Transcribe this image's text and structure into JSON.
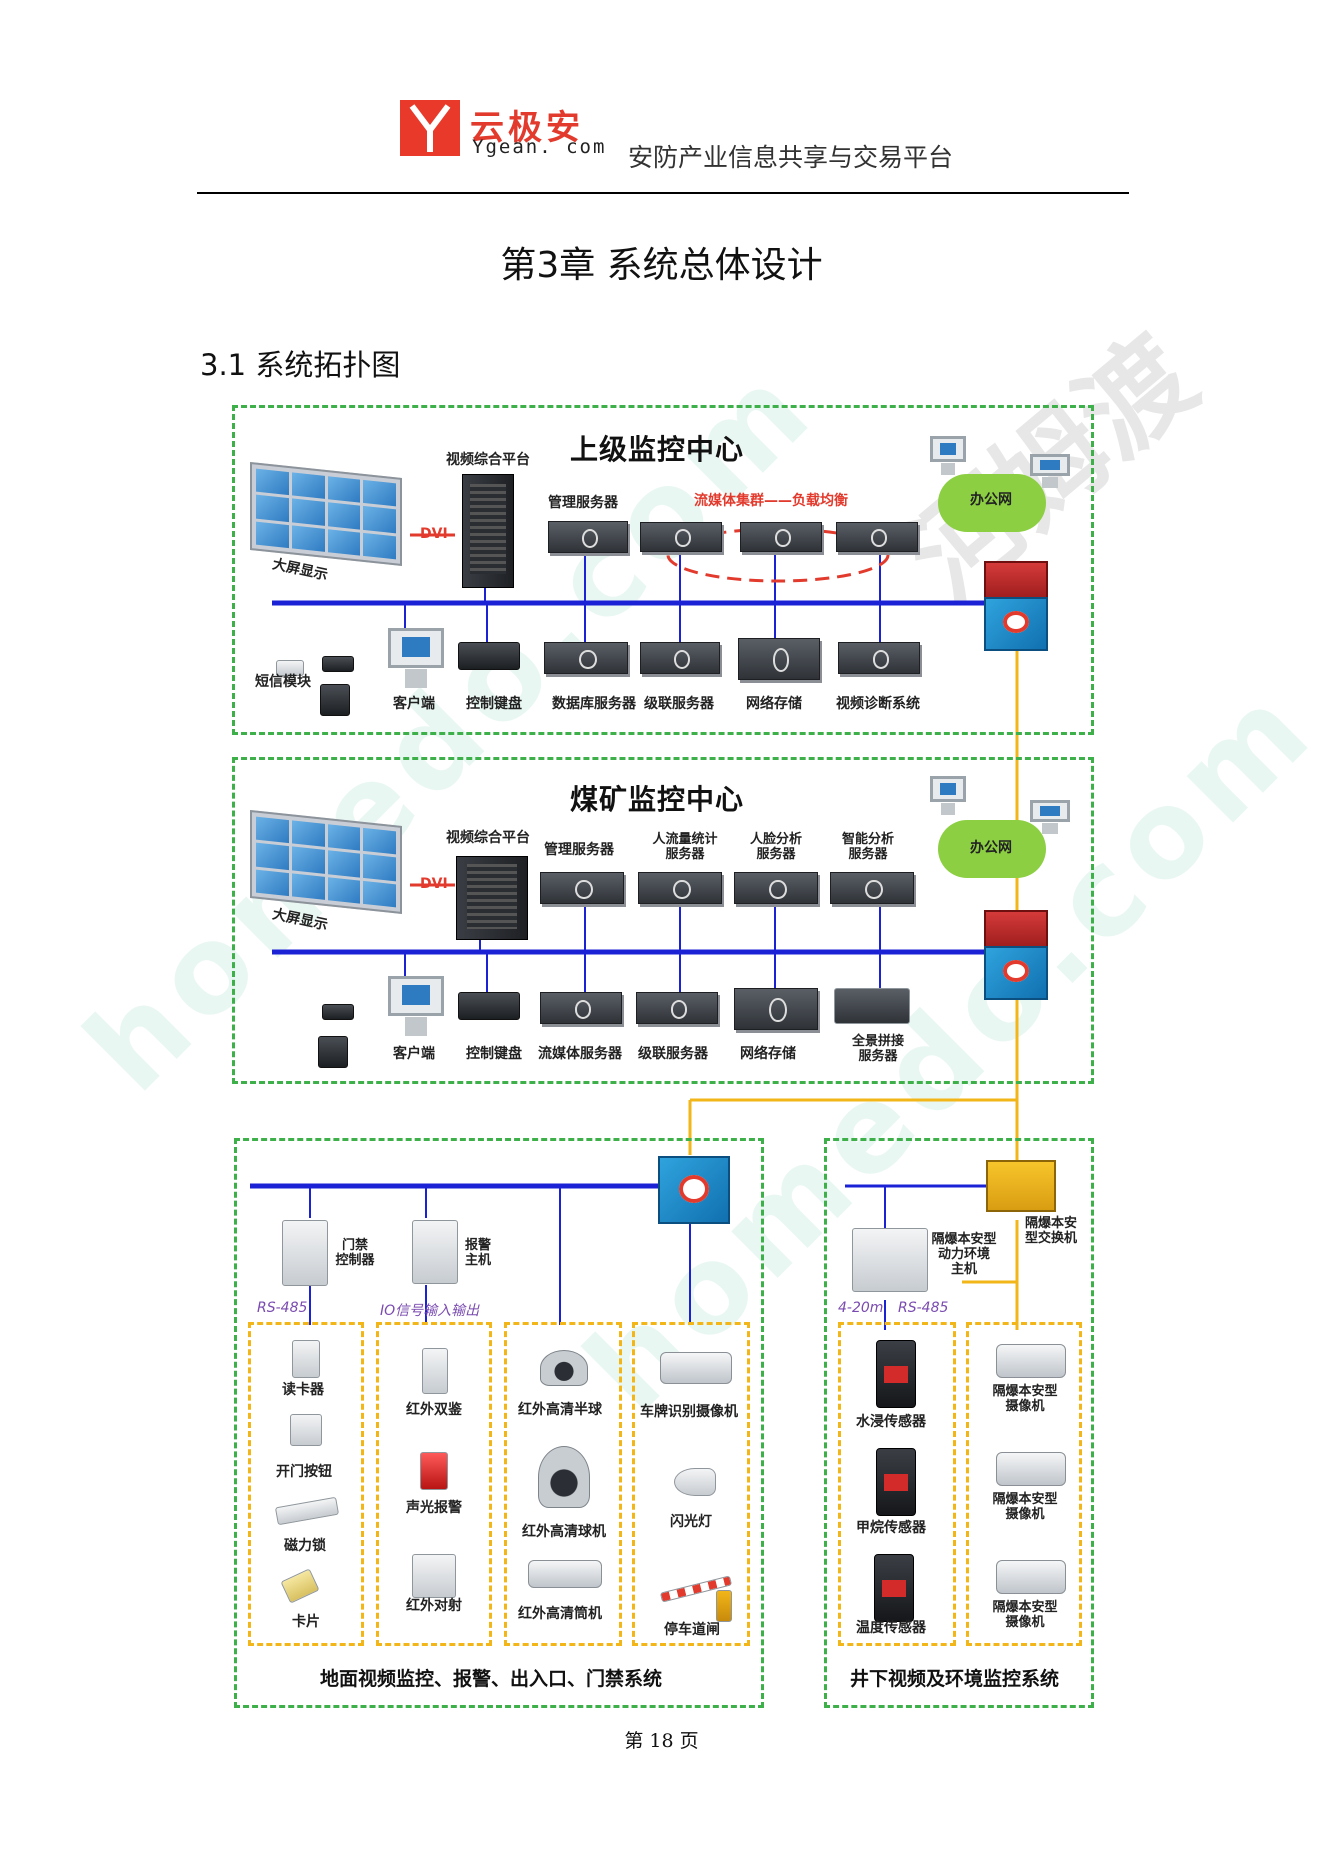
{
  "header": {
    "logo_cn": "云极安",
    "logo_en": "Ygean. com",
    "slogan": "安防产业信息共享与交易平台"
  },
  "chapter_title": "第3章  系统总体设计",
  "section_title": "3.1  系统拓扑图",
  "page_number": "第 18 页",
  "colors": {
    "zone_border": "#3db04a",
    "subzone_border": "#f2b619",
    "bus_line": "#1b22d6",
    "uplink_line": "#f2b619",
    "accent_red": "#e23a2c"
  },
  "upper_center": {
    "title": "上级监控中心",
    "video_platform": "视频综合平台",
    "big_screen": "大屏显示",
    "dvi": "DVI",
    "mgmt_server": "管理服务器",
    "cluster_label": "流媒体集群——负载均衡",
    "office_net": "办公网",
    "sms_module": "短信模块",
    "client": "客户端",
    "keyboard": "控制键盘",
    "db_server": "数据库服务器",
    "cascade_server": "级联服务器",
    "storage": "网络存储",
    "diagnosis": "视频诊断系统"
  },
  "mine_center": {
    "title": "煤矿监控中心",
    "video_platform": "视频综合平台",
    "big_screen": "大屏显示",
    "dvi": "DVI",
    "mgmt_server": "管理服务器",
    "flow_stats": "人流量统计\n服务器",
    "face": "人脸分析\n服务器",
    "smart": "智能分析\n服务器",
    "office_net": "办公网",
    "client": "客户端",
    "keyboard": "控制键盘",
    "stream_server": "流媒体服务器",
    "cascade_server": "级联服务器",
    "storage": "网络存储",
    "panorama": "全景拼接\n服务器"
  },
  "ground_system": {
    "title": "地面视频监控、报警、出入口、门禁系统",
    "door_controller": "门禁\n控制器",
    "alarm_host": "报警\n主机",
    "rs485": "RS-485",
    "io": "IO信号输入输出",
    "card_reader": "读卡器",
    "open_button": "开门按钮",
    "magnetic_lock": "磁力锁",
    "card": "卡片",
    "ir_dual": "红外双鉴",
    "sound_light": "声光报警",
    "ir_beam": "红外对射",
    "ir_dome_half": "红外高清半球",
    "ir_speed_dome": "红外高清球机",
    "ir_bullet": "红外高清筒机",
    "lpr_camera": "车牌识别摄像机",
    "flash": "闪光灯",
    "barrier": "停车道闸"
  },
  "underground_system": {
    "title": "井下视频及环境监控系统",
    "switch": "隔爆本安\n型交换机",
    "env_host": "隔爆本安型\n动力环境\n主机",
    "signal_420": "4-20m",
    "rs485": "RS-485",
    "water_sensor": "水浸传感器",
    "methane_sensor": "甲烷传感器",
    "temp_sensor": "温度传感器",
    "camera": "隔爆本安型\n摄像机"
  },
  "watermarks": {
    "green": "homedo.com",
    "gray": "河姆渡"
  }
}
